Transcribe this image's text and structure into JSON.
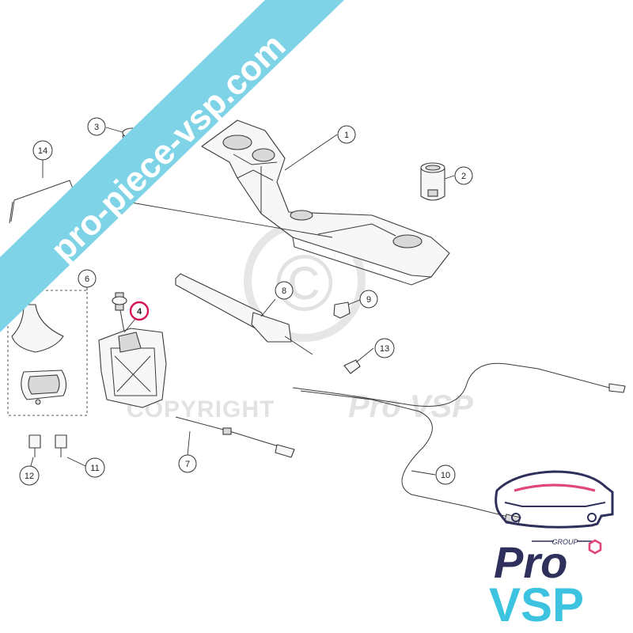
{
  "watermark": {
    "copyright_text": "COPYRIGHT",
    "brand_text": "Pro VSP",
    "copyright_symbol": "©",
    "color": "#e3e3e3"
  },
  "banner": {
    "text": "pro-piece-vsp.com",
    "color": "#7fd3e6"
  },
  "logo": {
    "group_text": "GROUP",
    "pro_text": "Pro",
    "vsp_text": "VSP",
    "pink": "#e0457b",
    "navy": "#2e2f5b",
    "cyan": "#3cc3e0"
  },
  "callouts": [
    {
      "id": "callout-1",
      "label": "1"
    },
    {
      "id": "callout-2",
      "label": "2"
    },
    {
      "id": "callout-3",
      "label": "3"
    },
    {
      "id": "callout-4",
      "label": "4",
      "highlight": "#d4145a"
    },
    {
      "id": "callout-6",
      "label": "6"
    },
    {
      "id": "callout-7",
      "label": "7"
    },
    {
      "id": "callout-8",
      "label": "8"
    },
    {
      "id": "callout-9",
      "label": "9"
    },
    {
      "id": "callout-10",
      "label": "10"
    },
    {
      "id": "callout-11",
      "label": "11"
    },
    {
      "id": "callout-12",
      "label": "12"
    },
    {
      "id": "callout-13",
      "label": "13"
    },
    {
      "id": "callout-14",
      "label": "14"
    }
  ]
}
